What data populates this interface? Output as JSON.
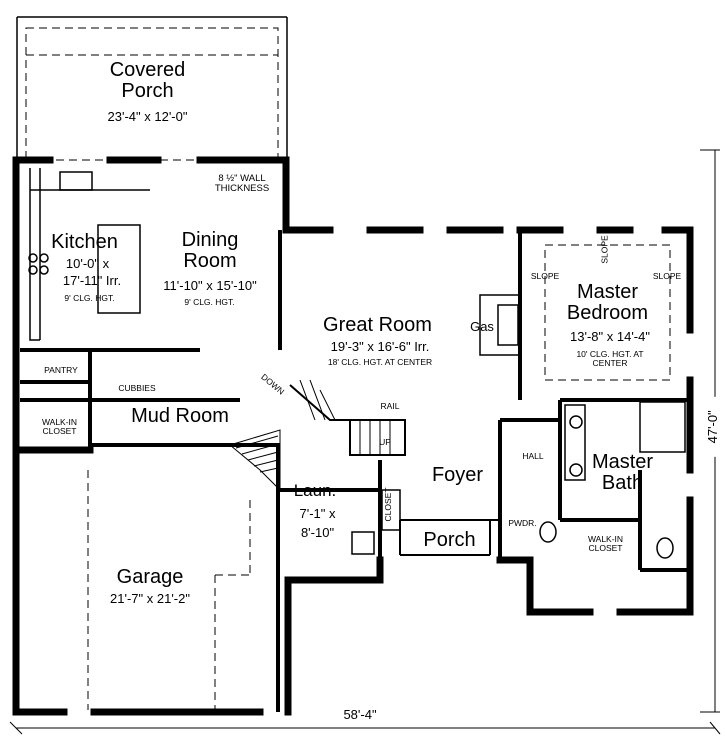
{
  "rooms": {
    "covered_porch": {
      "name_1": "Covered",
      "name_2": "Porch",
      "dims": "23'-4\" x 12'-0\""
    },
    "kitchen": {
      "name": "Kitchen",
      "dims_1": "10'-0\" x",
      "dims_2": "17'-11\" Irr.",
      "ceiling": "9' CLG. HGT."
    },
    "dining": {
      "name_1": "Dining",
      "name_2": "Room",
      "dims": "11'-10\" x 15'-10\"",
      "ceiling": "9' CLG. HGT."
    },
    "great_room": {
      "name": "Great Room",
      "dims": "19'-3\" x 16'-6\" Irr.",
      "ceiling": "18' CLG. HGT. AT CENTER"
    },
    "master_bedroom": {
      "name_1": "Master",
      "name_2": "Bedroom",
      "dims": "13'-8\" x 14'-4\"",
      "ceiling_1": "10' CLG. HGT. AT",
      "ceiling_2": "CENTER"
    },
    "master_bath": {
      "name_1": "Master",
      "name_2": "Bath"
    },
    "mud_room": {
      "name": "Mud Room"
    },
    "laundry": {
      "name": "Laun.",
      "dims_1": "7'-1\" x",
      "dims_2": "8'-10\""
    },
    "foyer": {
      "name": "Foyer"
    },
    "porch": {
      "name": "Porch"
    },
    "garage": {
      "name": "Garage",
      "dims": "21'-7\" x 21'-2\""
    }
  },
  "labels": {
    "wall_thickness_1": "8 ½\" WALL",
    "wall_thickness_2": "THICKNESS",
    "pantry": "PANTRY",
    "cubbies": "CUBBIES",
    "walk_in_closet_1": "WALK-IN",
    "walk_in_closet_2": "CLOSET",
    "master_walk_in_1": "WALK-IN",
    "master_walk_in_2": "CLOSET",
    "down": "DOWN",
    "up": "UP",
    "rail": "RAIL",
    "gas": "Gas",
    "hall": "HALL",
    "pwdr": "PWDR.",
    "closet": "CLOSET",
    "slope": "SLOPE"
  },
  "dimensions": {
    "overall_width": "58'-4\"",
    "overall_depth": "47'-0\""
  }
}
